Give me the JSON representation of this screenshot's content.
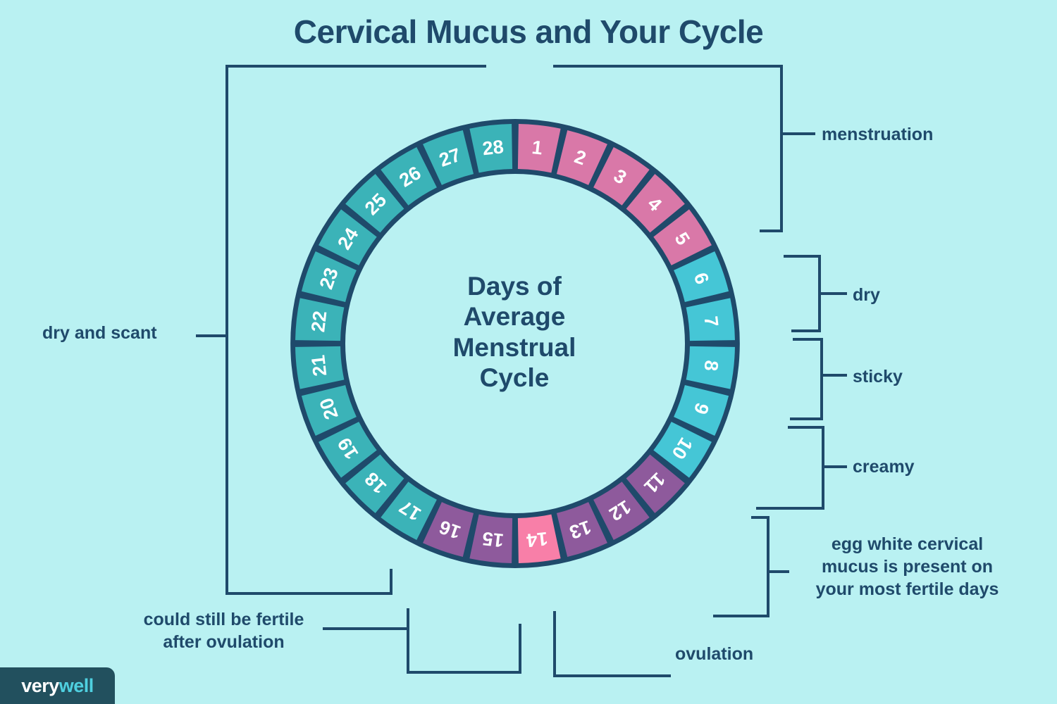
{
  "page": {
    "title": "Cervical Mucus and Your Cycle",
    "background_color": "#b9f1f2",
    "ink_color": "#1f4a6b"
  },
  "wheel": {
    "center_heading": [
      "Days of",
      "Average",
      "Menstrual",
      "Cycle"
    ],
    "center_heading_text": "Days of Average Menstrual Cycle",
    "total_days": 28,
    "colors": {
      "menstruation": "#d978a8",
      "dry_cyan": "#45c6d6",
      "fertile_purple": "#8e5a9c",
      "ovulation_pink": "#f87fa8",
      "luteal_teal": "#3bb3b8",
      "ring_outline": "#1f4a6b",
      "day_number": "#ffffff"
    },
    "days": [
      {
        "day": "1",
        "color": "#d978a8"
      },
      {
        "day": "2",
        "color": "#d978a8"
      },
      {
        "day": "3",
        "color": "#d978a8"
      },
      {
        "day": "4",
        "color": "#d978a8"
      },
      {
        "day": "5",
        "color": "#d978a8"
      },
      {
        "day": "6",
        "color": "#45c6d6"
      },
      {
        "day": "7",
        "color": "#45c6d6"
      },
      {
        "day": "8",
        "color": "#45c6d6"
      },
      {
        "day": "9",
        "color": "#45c6d6"
      },
      {
        "day": "10",
        "color": "#45c6d6"
      },
      {
        "day": "11",
        "color": "#8e5a9c"
      },
      {
        "day": "12",
        "color": "#8e5a9c"
      },
      {
        "day": "13",
        "color": "#8e5a9c"
      },
      {
        "day": "14",
        "color": "#f87fa8"
      },
      {
        "day": "15",
        "color": "#8e5a9c"
      },
      {
        "day": "16",
        "color": "#8e5a9c"
      },
      {
        "day": "17",
        "color": "#3bb3b8"
      },
      {
        "day": "18",
        "color": "#3bb3b8"
      },
      {
        "day": "19",
        "color": "#3bb3b8"
      },
      {
        "day": "20",
        "color": "#3bb3b8"
      },
      {
        "day": "21",
        "color": "#3bb3b8"
      },
      {
        "day": "22",
        "color": "#3bb3b8"
      },
      {
        "day": "23",
        "color": "#3bb3b8"
      },
      {
        "day": "24",
        "color": "#3bb3b8"
      },
      {
        "day": "25",
        "color": "#3bb3b8"
      },
      {
        "day": "26",
        "color": "#3bb3b8"
      },
      {
        "day": "27",
        "color": "#3bb3b8"
      },
      {
        "day": "28",
        "color": "#3bb3b8"
      }
    ]
  },
  "annotations": {
    "menstruation": {
      "label": "menstruation",
      "days": "1-5"
    },
    "dry": {
      "label": "dry",
      "days": "6-7"
    },
    "sticky": {
      "label": "sticky",
      "days": "8-9"
    },
    "creamy": {
      "label": "creamy",
      "days": "9-10"
    },
    "egg_white": {
      "lines": [
        "egg white cervical",
        "mucus is present on",
        "your most fertile days"
      ],
      "text": "egg white cervical mucus is present on your most fertile days",
      "days": "11-16"
    },
    "ovulation": {
      "label": "ovulation",
      "days": "14"
    },
    "could_still_be_fertile": {
      "lines": [
        "could still be fertile",
        "after ovulation"
      ],
      "text": "could still be fertile after ovulation",
      "days": "15-17"
    },
    "dry_and_scant": {
      "label": "dry and scant",
      "days": "18-28"
    }
  },
  "logo": {
    "part1": "very",
    "part2": "well"
  }
}
